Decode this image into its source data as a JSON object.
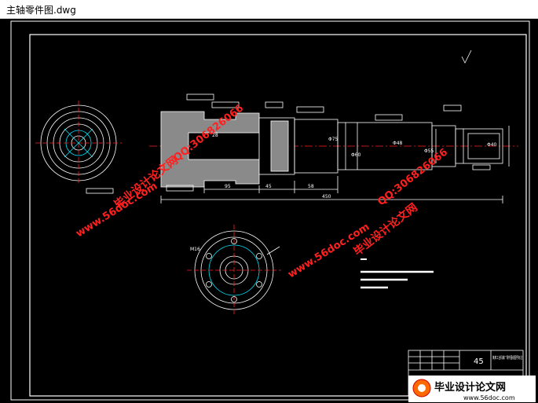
{
  "window": {
    "title": "主轴零件图.dwg"
  },
  "drawing": {
    "material": "45",
    "title_block_text": "某某工业机械厂零件图纸图号标注",
    "dimensions": {
      "overall_length": "450",
      "d1": "Φ75",
      "d2": "Φ60",
      "d3": "Φ48",
      "d4": "Φ55",
      "d5": "Φ40",
      "len1": "95",
      "len2": "58",
      "len3": "45",
      "len4": "28",
      "thread": "M16"
    },
    "colors": {
      "lines": "#ffffff",
      "cyan": "#00e5ff",
      "red": "#ff2020",
      "fill": "#888888"
    }
  },
  "watermarks": {
    "site": "www.56doc.com",
    "qq": "QQ:306826066",
    "name": "毕业设计论文网",
    "logo_name": "毕业设计论文网",
    "logo_url": "www.56doc.com"
  }
}
